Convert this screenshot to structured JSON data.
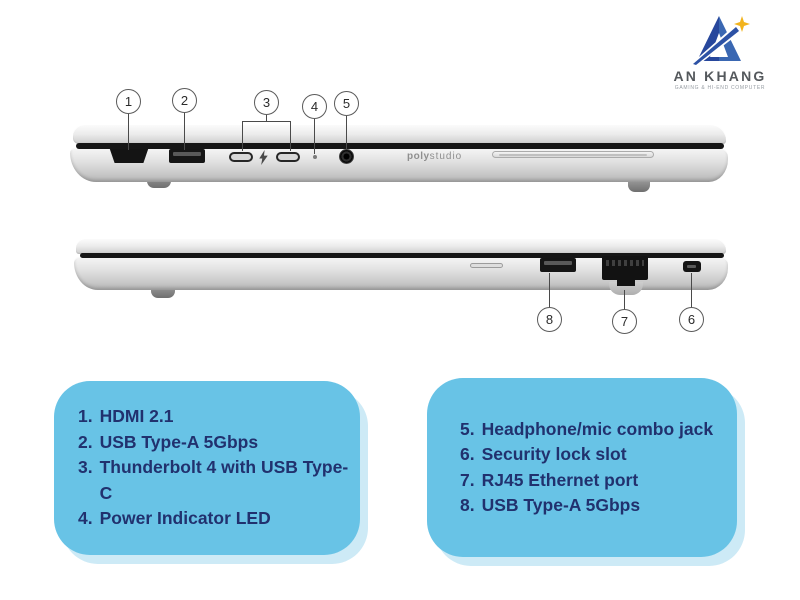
{
  "logo": {
    "name": "AN KHANG",
    "tagline": "GAMING & HI-END COMPUTER",
    "colors": {
      "blue_dark": "#27479c",
      "blue_mid": "#3a67b2",
      "star_gold": "#f2b31d"
    }
  },
  "device": {
    "brand_bold": "poly",
    "brand_light": "studio"
  },
  "top_view": {
    "callouts": [
      "1",
      "2",
      "3",
      "4",
      "5"
    ]
  },
  "bottom_view": {
    "callouts": [
      "8",
      "7",
      "6"
    ]
  },
  "legend_left": {
    "items": [
      {
        "num": "1.",
        "label": "HDMI 2.1"
      },
      {
        "num": "2.",
        "label": "USB Type-A 5Gbps"
      },
      {
        "num": "3.",
        "label": "Thunderbolt 4 with USB Type-C"
      },
      {
        "num": "4.",
        "label": "Power Indicator LED"
      }
    ]
  },
  "legend_right": {
    "items": [
      {
        "num": "5.",
        "label": "Headphone/mic combo jack"
      },
      {
        "num": "6.",
        "label": "Security lock slot"
      },
      {
        "num": "7.",
        "label": "RJ45 Ethernet port"
      },
      {
        "num": "8.",
        "label": "USB Type-A 5Gbps"
      }
    ]
  },
  "colors": {
    "legend_bg": "#68c3e6",
    "legend_shadow": "#cdeaf6",
    "legend_text": "#21316e"
  }
}
